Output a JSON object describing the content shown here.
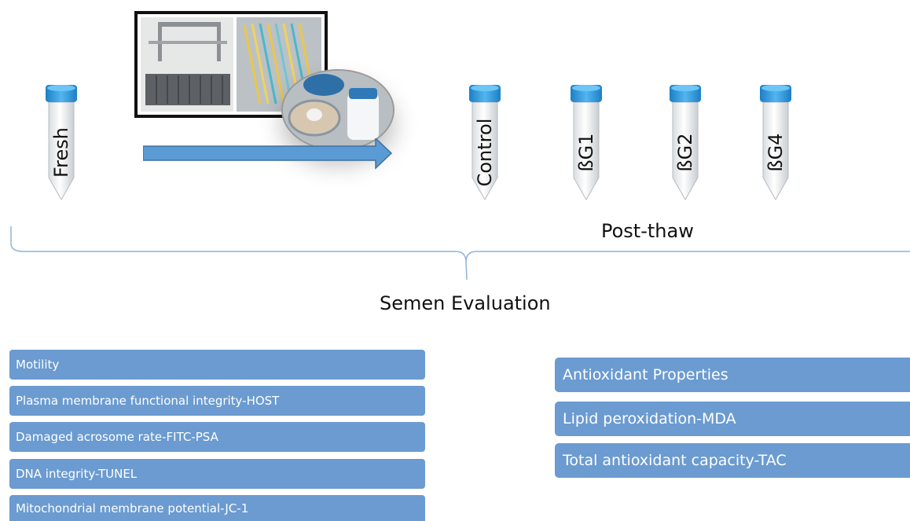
{
  "tubes": {
    "fresh": "Fresh",
    "control": "Control",
    "bg1": "ßG1",
    "bg2": "ßG2",
    "bg4": "ßG4"
  },
  "labels": {
    "post_thaw": "Post-thaw",
    "semen_evaluation": "Semen Evaluation"
  },
  "left_list": [
    "Motility",
    "Plasma membrane functional integrity-HOST",
    "Damaged acrosome rate-FITC-PSA",
    "DNA integrity-TUNEL",
    "Mitochondrial membrane potential-JC-1"
  ],
  "right_list": [
    "Antioxidant Properties",
    "Lipid peroxidation-MDA",
    "Total antioxidant capacity-TAC"
  ],
  "colors": {
    "box_fill": "#6b9bd0",
    "arrow_fill": "#5b9bd5",
    "cap_blue": "#3a9fe0",
    "brace_line": "#8fb3d9"
  }
}
